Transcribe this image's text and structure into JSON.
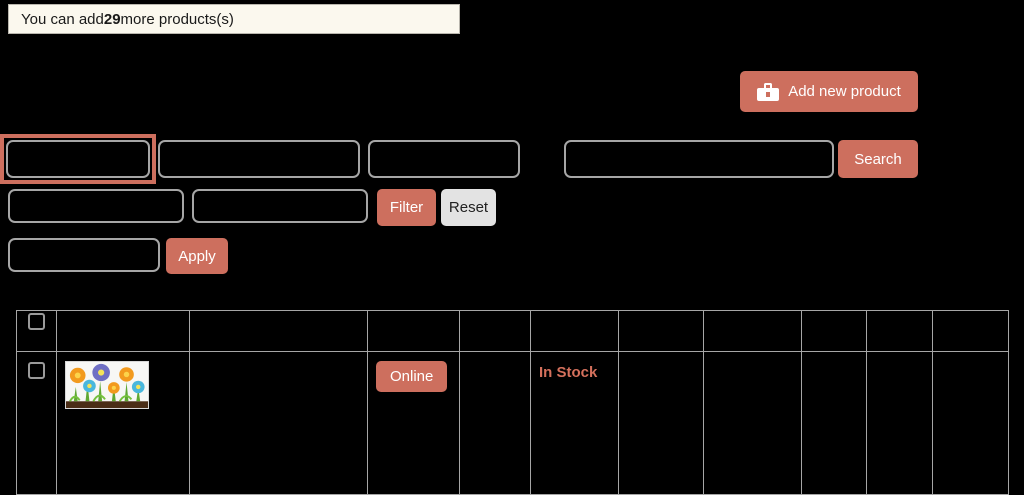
{
  "notice": {
    "prefix": "You can add ",
    "count": "29",
    "suffix": " more products(s)"
  },
  "toolbar": {
    "add_product_label": "Add new product",
    "add_product_icon": "briefcase-icon",
    "accent_color": "#cd6f5e"
  },
  "filters": {
    "row1": {
      "field_a_value": "",
      "field_a_placeholder": "",
      "separator": "-",
      "field_b_value": "",
      "field_b_placeholder": "",
      "field_c_value": "",
      "field_c_placeholder": ""
    },
    "row2": {
      "field_d_value": "",
      "field_d_placeholder": "",
      "field_e_value": "",
      "field_e_placeholder": "",
      "filter_label": "Filter",
      "reset_label": "Reset"
    },
    "row3": {
      "field_f_value": "",
      "field_f_placeholder": "",
      "apply_label": "Apply"
    }
  },
  "search": {
    "value": "",
    "placeholder": "",
    "button_label": "Search"
  },
  "table": {
    "select_all_icon": "checkbox-unchecked-icon",
    "headers": [
      "",
      "",
      "",
      "",
      "",
      "",
      "",
      "",
      "",
      "",
      "",
      ""
    ],
    "rows": [
      {
        "select_icon": "checkbox-unchecked-icon",
        "thumbnail_alt": "flower-garden-thumbnail",
        "name": "",
        "status_badge": "Online",
        "price": "",
        "stock": "In Stock",
        "col7": "",
        "col8": "",
        "col9": "",
        "col10": "",
        "col11": ""
      }
    ]
  },
  "colors": {
    "accent": "#cd6f5e",
    "stock_text": "#d4705c",
    "notice_bg": "#fbf8ee",
    "border": "#a6a6a6"
  }
}
